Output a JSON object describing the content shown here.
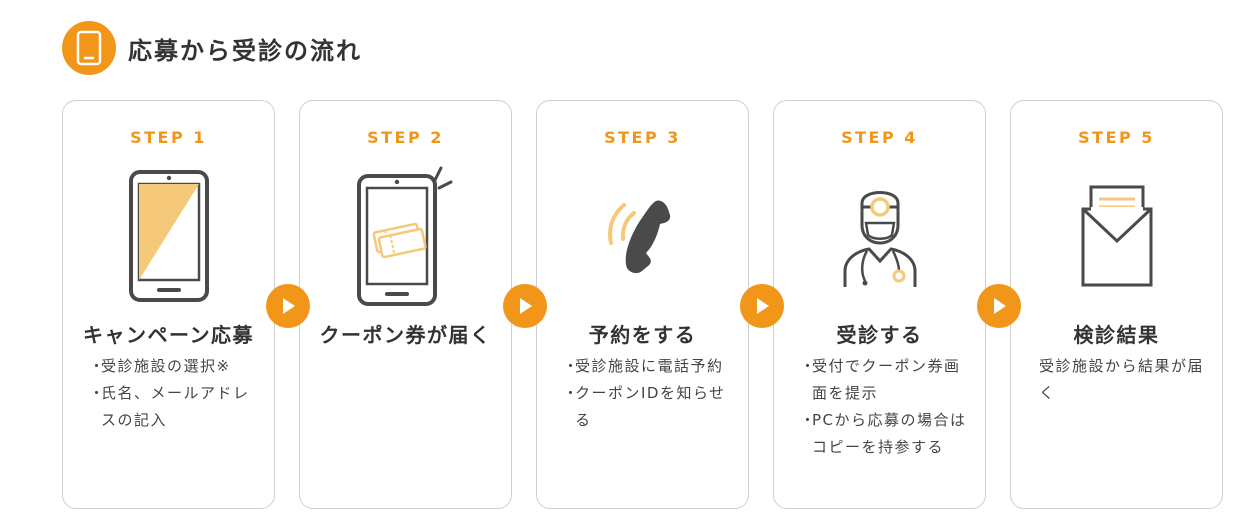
{
  "header": {
    "title": "応募から受診の流れ",
    "icon": "smartphone-icon",
    "accent_color": "#f29619"
  },
  "steps": [
    {
      "label": "STEP 1",
      "icon": "smartphone-icon",
      "title": "キャンペーン応募",
      "bullets": [
        "受診施設の選択※",
        "氏名、メールアドレスの記入"
      ]
    },
    {
      "label": "STEP 2",
      "icon": "smartphone-ticket-icon",
      "title": "クーポン券が届く",
      "bullets": []
    },
    {
      "label": "STEP 3",
      "icon": "phone-call-icon",
      "title": "予約をする",
      "bullets": [
        "受診施設に電話予約",
        "クーポンIDを知らせる"
      ]
    },
    {
      "label": "STEP 4",
      "icon": "doctor-icon",
      "title": "受診する",
      "bullets": [
        "受付でクーポン券画面を提示",
        "PCから応募の場合はコピーを持参する"
      ]
    },
    {
      "label": "STEP 5",
      "icon": "envelope-document-icon",
      "title": "検診結果",
      "text": "受診施設から結果が届く"
    }
  ],
  "arrows": [
    "play-arrow-icon",
    "play-arrow-icon",
    "play-arrow-icon",
    "play-arrow-icon"
  ],
  "colors": {
    "accent": "#f29619",
    "accent_light": "#f6c97a",
    "border": "#cfcfcf",
    "icon_stroke": "#4a4a4a"
  }
}
